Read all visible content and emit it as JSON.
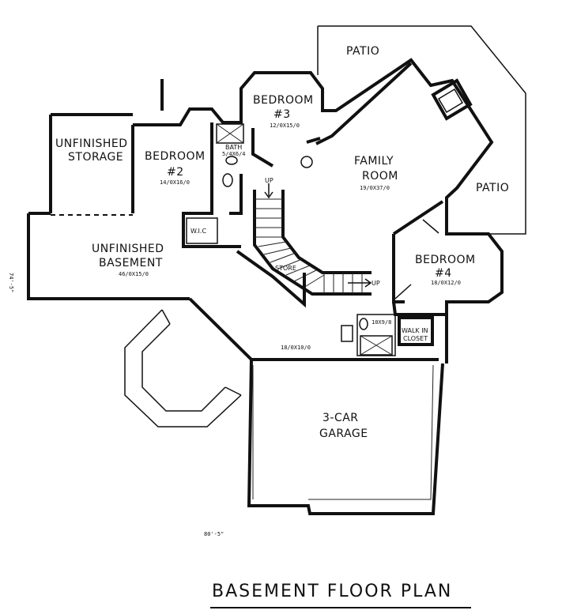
{
  "title": "BASEMENT FLOOR PLAN",
  "overall_width": "80'-5\"",
  "overall_depth": "74'-5\"",
  "rooms": {
    "patio_top": "PATIO",
    "patio_right": "PATIO",
    "bedroom3": {
      "name": "BEDROOM",
      "number": "#3",
      "dim": "12/0X15/0"
    },
    "bedroom2": {
      "name": "BEDROOM",
      "number": "#2",
      "dim": "14/0X16/0"
    },
    "bath": {
      "name": "BATH",
      "dim": "5/4X6/4"
    },
    "unfinished_storage": {
      "line1": "UNFINISHED",
      "line2": "STORAGE"
    },
    "family_room": {
      "line1": "FAMILY",
      "line2": "ROOM",
      "dim": "19/0X37/0"
    },
    "wic": "W.I.C",
    "unfinished_basement": {
      "line1": "UNFINISHED",
      "line2": "BASEMENT",
      "dim": "46/0X15/0"
    },
    "store": "STORE",
    "up_stair_top": "UP",
    "up_stair_bottom": "UP",
    "bedroom4": {
      "name": "BEDROOM",
      "number": "#4",
      "dim": "18/0X12/0"
    },
    "bath2_dim": "10X9/8",
    "walk_in_closet": {
      "line1": "WALK IN",
      "line2": "CLOSET"
    },
    "hall_dim": "18/0X10/0",
    "garage": {
      "line1": "3-CAR",
      "line2": "GARAGE"
    }
  }
}
